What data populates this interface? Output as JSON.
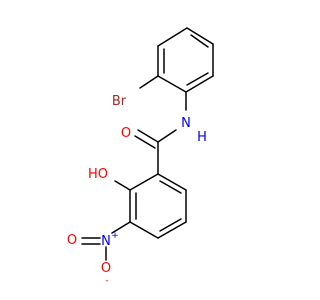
{
  "molecule": {
    "atoms": {
      "br": {
        "symbol": "Br",
        "color": "#a52a2a"
      },
      "nh": {
        "symbol": "N",
        "hydrogen": "H",
        "color": "#0000ff"
      },
      "o_carbonyl": {
        "symbol": "O",
        "color": "#ff0000"
      },
      "oh": {
        "symbol": "HO",
        "color": "#ff0000"
      },
      "n_nitro": {
        "symbol": "N",
        "charge": "+",
        "color": "#0000ff"
      },
      "o_nitro_double": {
        "symbol": "O",
        "color": "#ff0000"
      },
      "o_nitro_single": {
        "symbol": "O",
        "charge": "-",
        "color": "#ff0000"
      }
    },
    "bond_color": "#000000"
  }
}
